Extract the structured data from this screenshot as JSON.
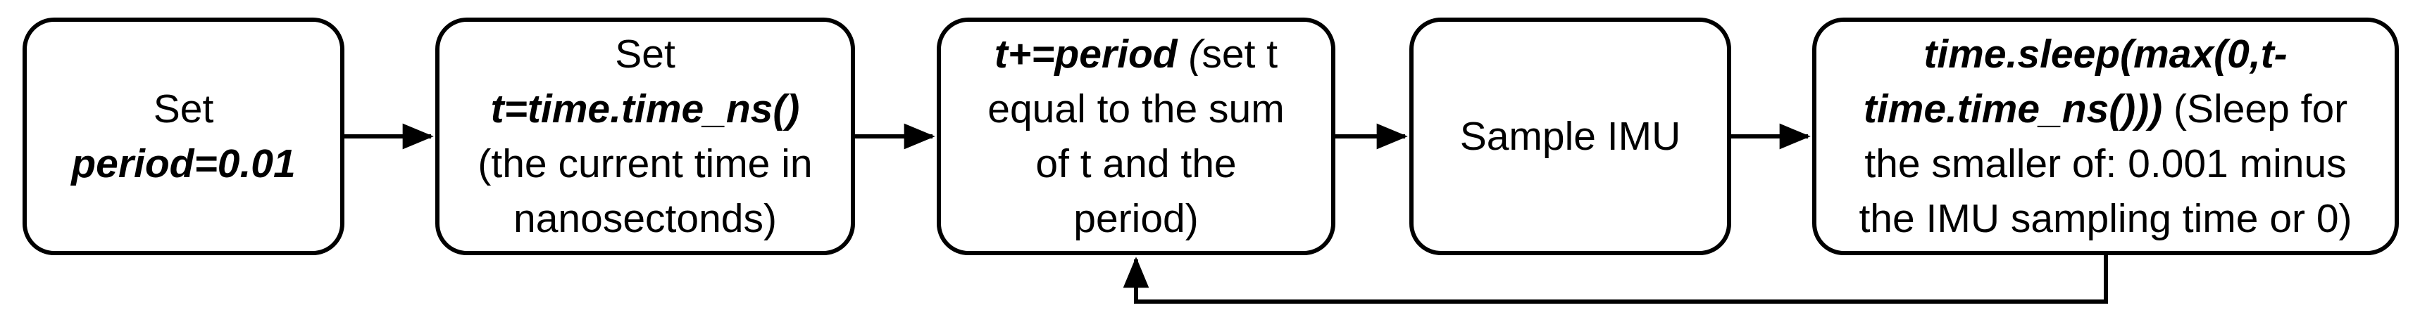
{
  "colors": {
    "stroke": "#000000",
    "box_fill": "#ffffff",
    "text": "#000000"
  },
  "steps": [
    {
      "id": "set-period",
      "label_plain": "Set",
      "code": "period=0.01"
    },
    {
      "id": "set-time",
      "label_plain": "Set",
      "code": "t=time.time_ns()",
      "note_line1": "(the current time in",
      "note_line2": "nanosectonds)"
    },
    {
      "id": "increment-time",
      "code": "t+=period ",
      "paren": "(",
      "note_line1": "set t",
      "note_line2": "equal to the sum",
      "note_line3": "of t and the",
      "note_line4": "period)"
    },
    {
      "id": "sample-imu",
      "label_plain": "Sample IMU"
    },
    {
      "id": "sleep",
      "code_line1": "time.sleep(max(0,t-",
      "code_line2": "time.time_ns()))",
      "note_line1": " (Sleep for",
      "note_line2": "the smaller of: 0.001 minus",
      "note_line3": "the IMU sampling time or 0)"
    }
  ],
  "connectors": [
    {
      "from": "set-period",
      "to": "set-time",
      "type": "forward"
    },
    {
      "from": "set-time",
      "to": "increment-time",
      "type": "forward"
    },
    {
      "from": "increment-time",
      "to": "sample-imu",
      "type": "forward"
    },
    {
      "from": "sample-imu",
      "to": "sleep",
      "type": "forward"
    },
    {
      "from": "sleep",
      "to": "increment-time",
      "type": "feedback-loop"
    }
  ]
}
